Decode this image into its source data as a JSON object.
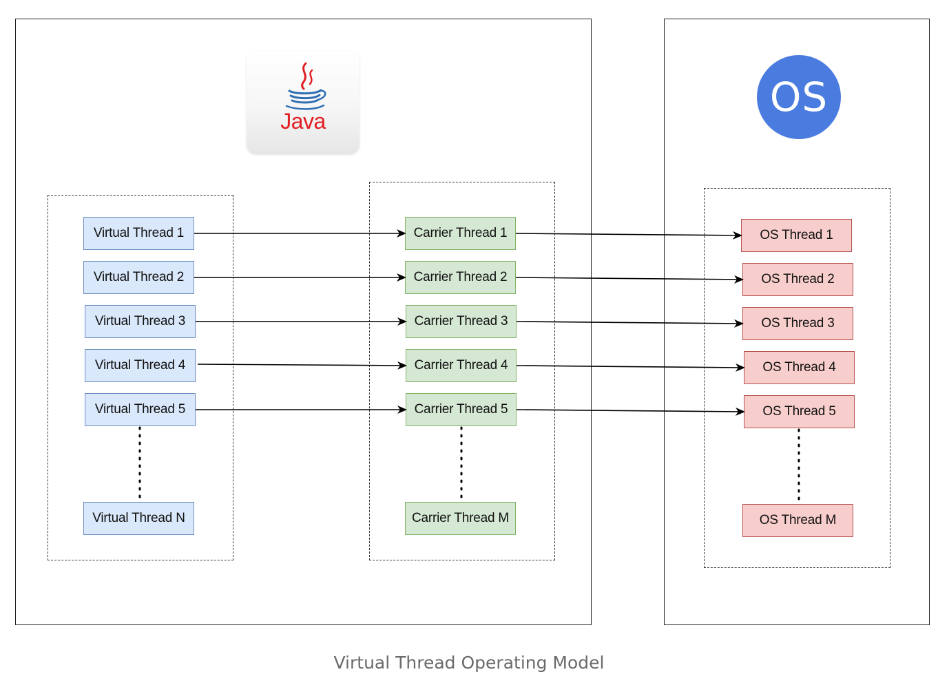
{
  "java_logo": {
    "word": "Java",
    "icon": "java-coffee-cup-icon",
    "color": "#e11f22"
  },
  "os_logo": {
    "text": "OS",
    "color": "#4a7ce0"
  },
  "virtual_threads": [
    "Virtual Thread 1",
    "Virtual Thread 2",
    "Virtual Thread 3",
    "Virtual Thread 4",
    "Virtual Thread 5",
    "Virtual Thread N"
  ],
  "carrier_threads": [
    "Carrier Thread 1",
    "Carrier Thread 2",
    "Carrier Thread 3",
    "Carrier Thread 4",
    "Carrier Thread 5",
    "Carrier Thread M"
  ],
  "os_threads": [
    "OS Thread 1",
    "OS Thread 2",
    "OS Thread 3",
    "OS Thread 4",
    "OS Thread 5",
    "OS Thread M"
  ],
  "colors": {
    "virtual_fill": "#dae8fc",
    "virtual_border": "#6c8ebf",
    "carrier_fill": "#d5e8d4",
    "carrier_border": "#82b366",
    "os_fill": "#f8cecc",
    "os_border": "#b85450"
  },
  "caption": "Virtual Thread Operating Model"
}
